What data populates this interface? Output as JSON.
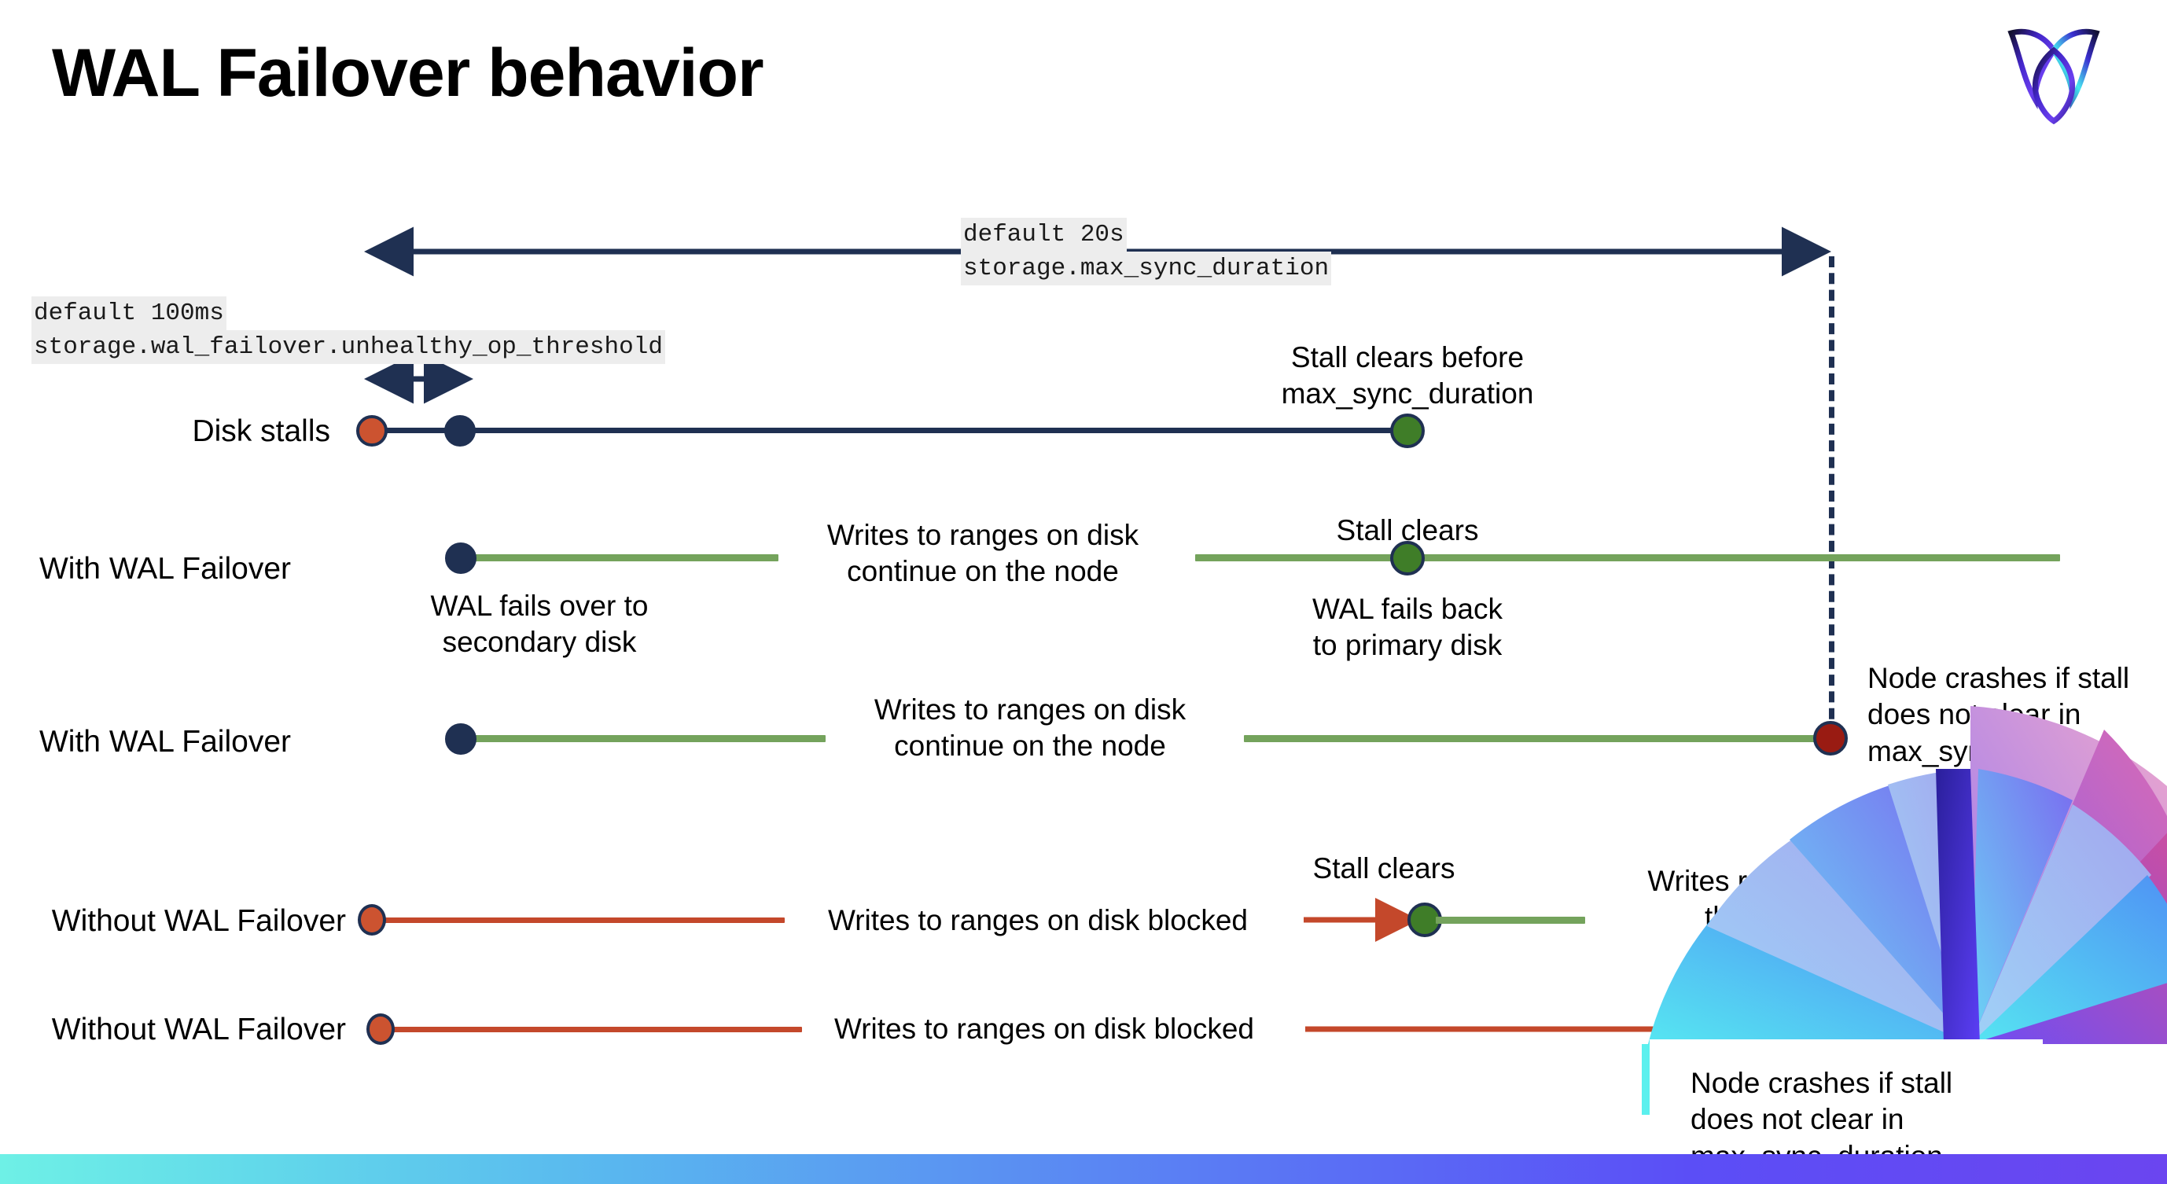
{
  "slide": {
    "title": "WAL Failover behavior",
    "logo_name": "cockroachdb-logo"
  },
  "colors": {
    "navy": "#1f3052",
    "green_line": "#74a35c",
    "red_line": "#c4482b",
    "orange_dot": "#cc5330",
    "green_dot": "#3f7d28",
    "dark_red_dot": "#991b12",
    "code_bg": "#ededed"
  },
  "settings": {
    "max_sync": {
      "default_label": "default 20s",
      "name": "storage.max_sync_duration"
    },
    "unhealthy_op": {
      "default_label": "default 100ms",
      "name": "storage.wal_failover.unhealthy_op_threshold"
    }
  },
  "rows": [
    {
      "label": "Disk stalls",
      "annotations": [
        "Stall clears before",
        "max_sync_duration"
      ]
    },
    {
      "label": "With WAL Failover",
      "mid_text": [
        "Writes to ranges on disk",
        "continue on the node"
      ],
      "below_start": [
        "WAL fails over to",
        "secondary disk"
      ],
      "stall_clears": "Stall clears",
      "below_clear": [
        "WAL fails  back",
        "to primary disk"
      ]
    },
    {
      "label": "With WAL Failover",
      "mid_text": [
        "Writes to ranges on disk",
        "continue on the node"
      ],
      "crash_text": [
        "Node crashes if stall",
        "does not clear in",
        "max_sync_duration"
      ]
    },
    {
      "label": "Without WAL Failover",
      "mid_text": [
        "Writes to ranges on disk  blocked"
      ],
      "stall_clears": "Stall clears",
      "resume_text": [
        "Writes resume on",
        "the node"
      ]
    },
    {
      "label": "Without WAL Failover",
      "mid_text": [
        "Writes to ranges on disk  blocked"
      ],
      "crash_text": [
        "Node crashes if stall",
        "does not clear in",
        "max_sync_duration"
      ]
    }
  ]
}
